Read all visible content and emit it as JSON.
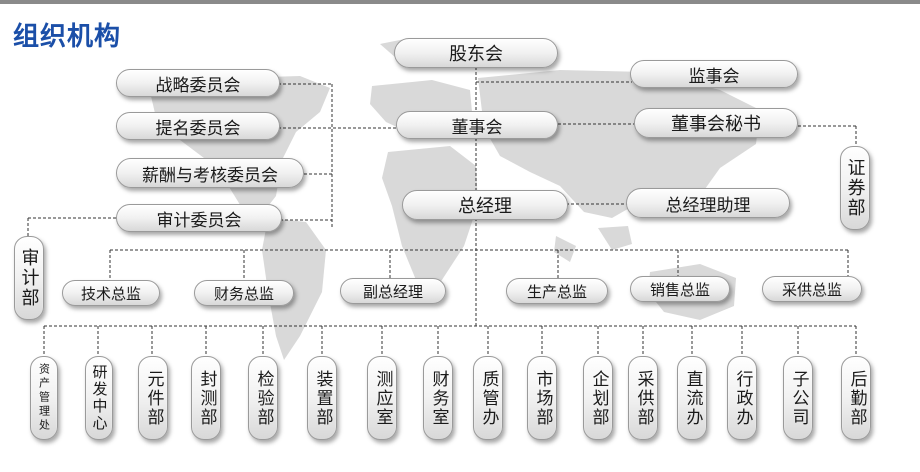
{
  "title": "组织机构",
  "colors": {
    "title": "#1b4fa8",
    "line": "#333333",
    "map": "#d6d6d6"
  },
  "nodes": {
    "shareholders": "股东会",
    "supervisors": "监事会",
    "strategy_committee": "战略委员会",
    "nomination_committee": "提名委员会",
    "board": "董事会",
    "board_secretary": "董事会秘书",
    "compensation_committee": "薪酬与考核委员会",
    "securities_dept": "证券部",
    "audit_committee": "审计委员会",
    "general_manager": "总经理",
    "gm_assistant": "总经理助理",
    "audit_dept": "审计部"
  },
  "directors": [
    "技术总监",
    "财务总监",
    "副总经理",
    "生产总监",
    "销售总监",
    "采供总监"
  ],
  "departments": [
    "资产管理处",
    "研发中心",
    "元件部",
    "封测部",
    "检验部",
    "装置部",
    "测应室",
    "财务室",
    "质管办",
    "市场部",
    "企划部",
    "采供部",
    "直流办",
    "行政办",
    "子公司",
    "后勤部"
  ]
}
